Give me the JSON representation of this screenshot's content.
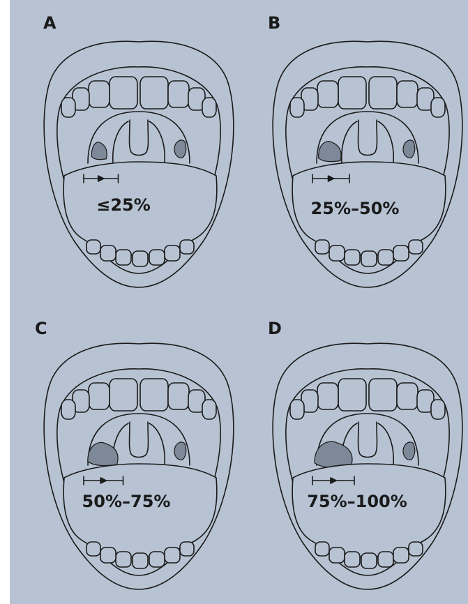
{
  "figure": {
    "background_color": "#b7c3d3",
    "outline_color": "#1a1a1a",
    "tonsil_fill_color": "#7d8898"
  },
  "panels": [
    {
      "letter": "A",
      "label": "≤25%",
      "tonsil_size": 0.25
    },
    {
      "letter": "B",
      "label": "25%–50%",
      "tonsil_size": 0.5
    },
    {
      "letter": "C",
      "label": "50%–75%",
      "tonsil_size": 0.75
    },
    {
      "letter": "D",
      "label": "75%–100%",
      "tonsil_size": 1.0
    }
  ]
}
